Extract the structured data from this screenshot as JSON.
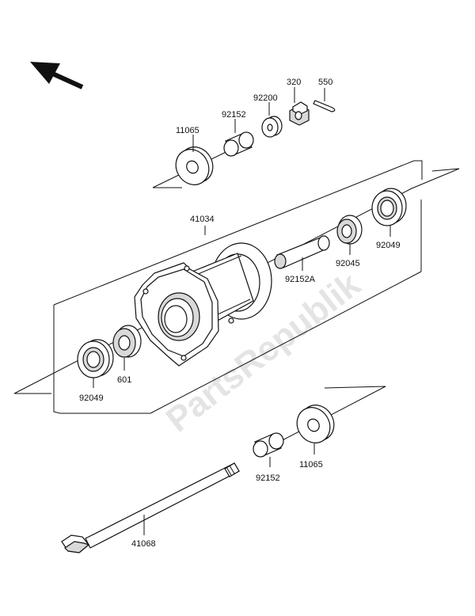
{
  "labels": {
    "p11065_top": "11065",
    "p92152_top": "92152",
    "p92200": "92200",
    "p320": "320",
    "p550": "550",
    "p41034": "41034",
    "p92049_right": "92049",
    "p92045": "92045",
    "p92152A": "92152A",
    "p92049_left": "92049",
    "p601": "601",
    "p92152_bottom": "92152",
    "p11065_bottom": "11065",
    "p41068": "41068"
  },
  "watermark": "PartsRepublik",
  "icons": {
    "direction_arrow": "front-arrow-icon"
  }
}
